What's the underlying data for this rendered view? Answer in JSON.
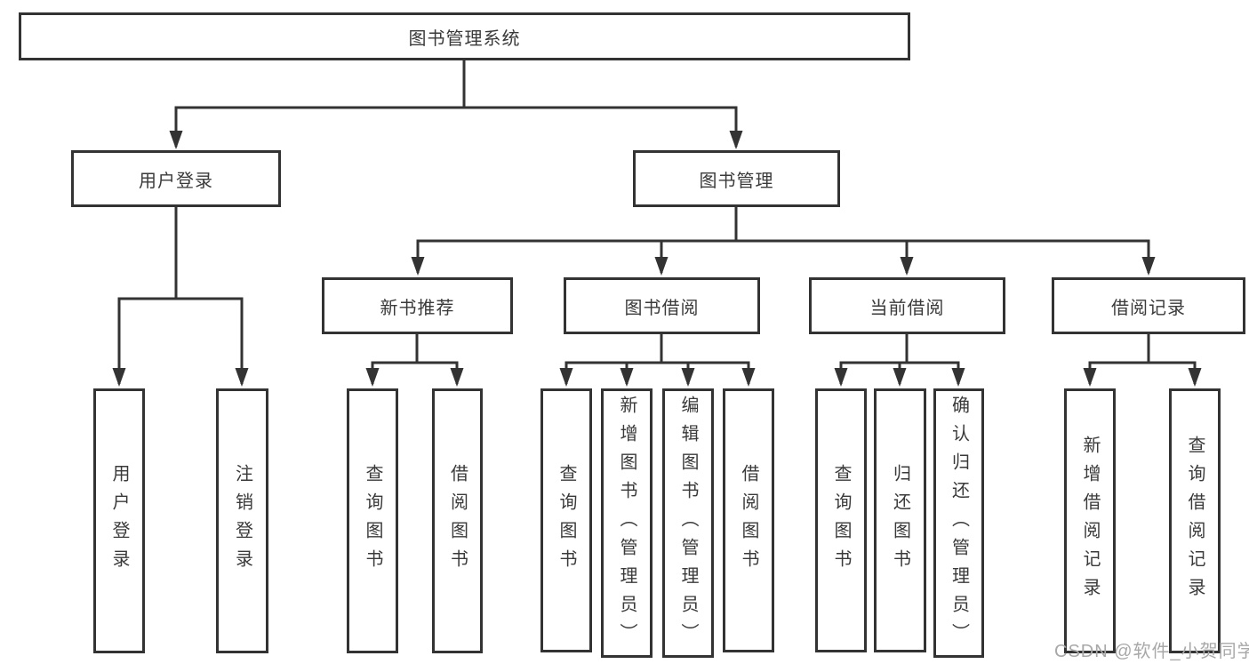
{
  "diagram": {
    "title": "图书管理系统",
    "nodes": {
      "root": {
        "label": "图书管理系统"
      },
      "user_login": {
        "label": "用户登录"
      },
      "book_mgmt": {
        "label": "图书管理"
      },
      "new_book_rec": {
        "label": "新书推荐"
      },
      "book_borrow": {
        "label": "图书借阅"
      },
      "current_borrow": {
        "label": "当前借阅"
      },
      "borrow_records": {
        "label": "借阅记录"
      },
      "ul_login": {
        "label": "用户登录"
      },
      "ul_logout": {
        "label": "注销登录"
      },
      "nbr_query": {
        "label": "查询图书"
      },
      "nbr_borrow": {
        "label": "借阅图书"
      },
      "bb_query": {
        "label": "查询图书"
      },
      "bb_add": {
        "label": "新增图书（管理员）"
      },
      "bb_edit": {
        "label": "编辑图书（管理员）"
      },
      "bb_borrow": {
        "label": "借阅图书"
      },
      "cb_query": {
        "label": "查询图书"
      },
      "cb_return": {
        "label": "归还图书"
      },
      "cb_confirm": {
        "label": "确认归还（管理员）"
      },
      "br_add": {
        "label": "新增借阅记录"
      },
      "br_query": {
        "label": "查询借阅记录"
      }
    },
    "edges": [
      [
        "root",
        "user_login"
      ],
      [
        "root",
        "book_mgmt"
      ],
      [
        "user_login",
        "ul_login"
      ],
      [
        "user_login",
        "ul_logout"
      ],
      [
        "book_mgmt",
        "new_book_rec"
      ],
      [
        "book_mgmt",
        "book_borrow"
      ],
      [
        "book_mgmt",
        "current_borrow"
      ],
      [
        "book_mgmt",
        "borrow_records"
      ],
      [
        "new_book_rec",
        "nbr_query"
      ],
      [
        "new_book_rec",
        "nbr_borrow"
      ],
      [
        "book_borrow",
        "bb_query"
      ],
      [
        "book_borrow",
        "bb_add"
      ],
      [
        "book_borrow",
        "bb_edit"
      ],
      [
        "book_borrow",
        "bb_borrow"
      ],
      [
        "current_borrow",
        "cb_query"
      ],
      [
        "current_borrow",
        "cb_return"
      ],
      [
        "current_borrow",
        "cb_confirm"
      ],
      [
        "borrow_records",
        "br_add"
      ],
      [
        "borrow_records",
        "br_query"
      ]
    ]
  },
  "watermark": {
    "text": "CSDN @软件_小贺同学"
  },
  "colors": {
    "line": "#333333",
    "text": "#3a3a3a",
    "watermark": "#a8a8a8",
    "background": "#ffffff"
  }
}
